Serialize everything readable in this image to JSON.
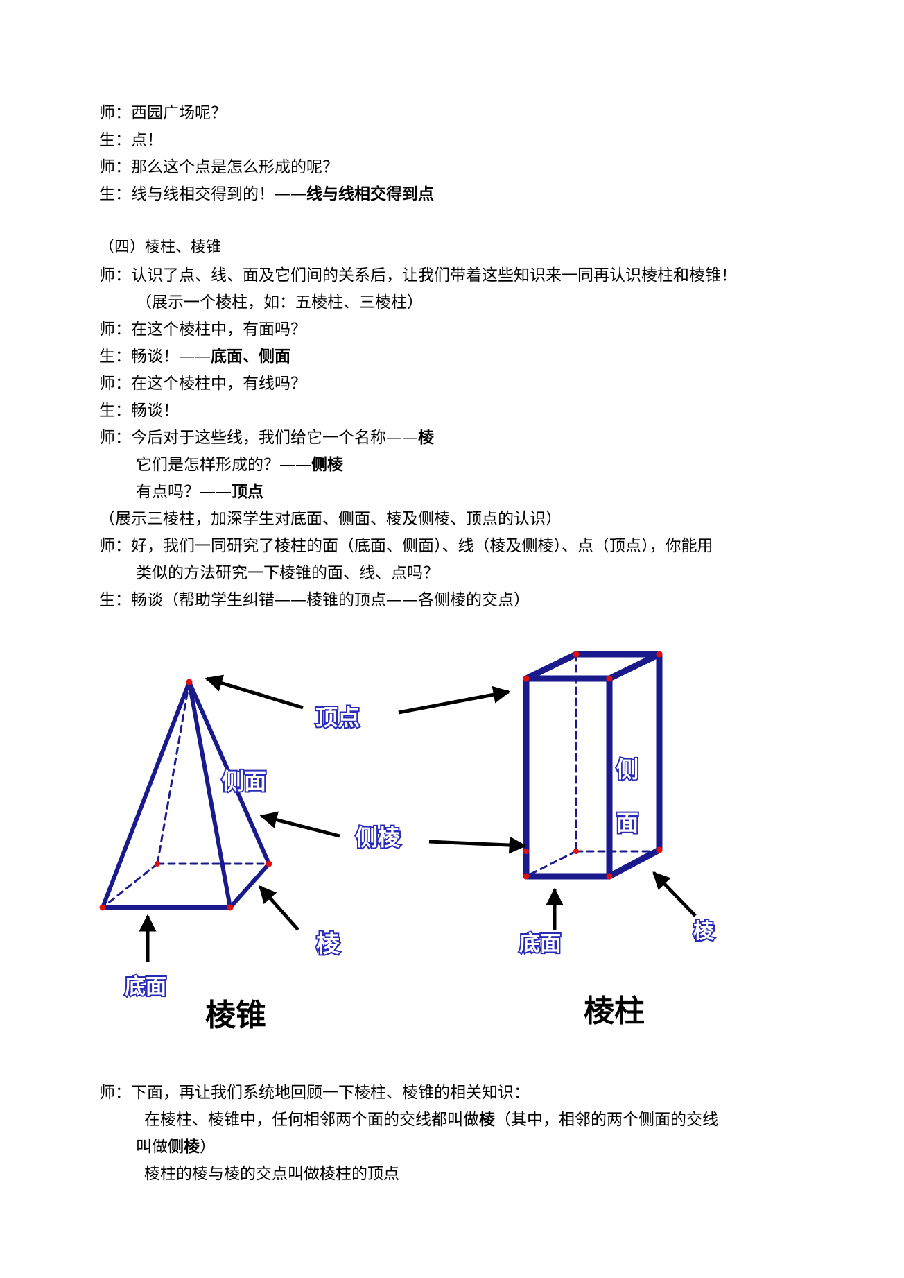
{
  "transcript_top": [
    {
      "speaker": "师：",
      "text": "西园广场呢？",
      "bold": ""
    },
    {
      "speaker": "生：",
      "text": "点！",
      "bold": ""
    },
    {
      "speaker": "师：",
      "text": "那么这个点是怎么形成的呢？",
      "bold": ""
    },
    {
      "speaker": "生：",
      "text": "线与线相交得到的！——",
      "bold": "线与线相交得到点"
    }
  ],
  "section_heading": "（四）棱柱、棱锥",
  "transcript_mid": [
    {
      "speaker": "师：",
      "text": "认识了点、线、面及它们间的关系后，让我们带着这些知识来一同再认识棱柱和棱锥！",
      "bold": ""
    },
    {
      "speaker": "",
      "text": "（展示一个棱柱，如：五棱柱、三棱柱）",
      "bold": ""
    },
    {
      "speaker": "师：",
      "text": "在这个棱柱中，有面吗？",
      "bold": ""
    },
    {
      "speaker": "生：",
      "text": "畅谈！——",
      "bold": "底面、侧面"
    },
    {
      "speaker": "师：",
      "text": "在这个棱柱中，有线吗？",
      "bold": ""
    },
    {
      "speaker": "生：",
      "text": "畅谈！",
      "bold": ""
    },
    {
      "speaker": "师：",
      "text": "今后对于这些线，我们给它一个名称——",
      "bold": "棱"
    },
    {
      "speaker": "",
      "text": "它们是怎样形成的？——",
      "bold": "侧棱"
    },
    {
      "speaker": "",
      "text": "有点吗？——",
      "bold": "顶点"
    },
    {
      "speaker": "",
      "text": "（展示三棱柱，加深学生对底面、侧面、棱及侧棱、顶点的认识）",
      "bold": ""
    },
    {
      "speaker": "师：",
      "text": "好，我们一同研究了棱柱的面（底面、侧面）、线（棱及侧棱）、点（顶点），你能用",
      "bold": ""
    },
    {
      "speaker": "",
      "text": "类似的方法研究一下棱锥的面、线、点吗？",
      "bold": ""
    },
    {
      "speaker": "生：",
      "text": "畅谈（帮助学生纠错——棱锥的顶点——各侧棱的交点）",
      "bold": ""
    }
  ],
  "diagram": {
    "colors": {
      "edge": "#1a1a8c",
      "vertex": "#e01010",
      "label_stroke": "#2a2ab8",
      "arrow": "#000000"
    },
    "labels": {
      "vertex": "顶点",
      "lateral_face_pyramid": "侧面",
      "lateral_face_prism_1": "侧",
      "lateral_face_prism_2": "面",
      "lateral_edge": "侧棱",
      "edge_pyramid": "棱",
      "edge_prism": "棱",
      "base_pyramid": "底面",
      "base_prism": "底面"
    },
    "titles": {
      "pyramid": "棱锥",
      "prism": "棱柱"
    }
  },
  "transcript_bottom": [
    {
      "speaker": "师：",
      "text": "下面，再让我们系统地回顾一下棱柱、棱锥的相关知识：",
      "bold": ""
    },
    {
      "speaker": "",
      "text": "在棱柱、棱锥中，任何相邻两个面的交线都叫做",
      "bold": "棱",
      "tail": "（其中，相邻的两个侧面的交线"
    },
    {
      "speaker": "",
      "text": "叫做",
      "bold": "侧棱",
      "tail": "）"
    },
    {
      "speaker": "",
      "text": "棱柱的棱与棱的交点叫做棱柱的顶点",
      "bold": ""
    }
  ]
}
